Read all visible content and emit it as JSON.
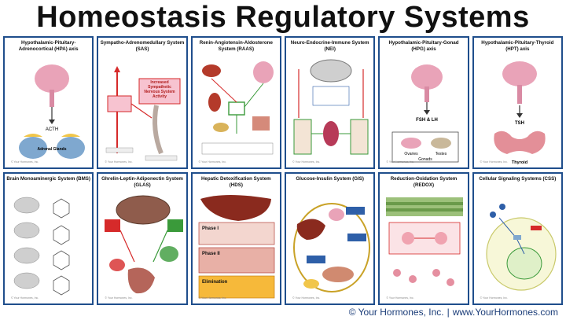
{
  "title": "Homeostasis Regulatory Systems",
  "cards": [
    {
      "title": "Hypothalamic-Pituitary-Adrenocortical (HPA) axis",
      "label_a": "ACTH",
      "label_b": "Adrenal Glands"
    },
    {
      "title": "Sympatho-Adrenomedullary System (SAS)",
      "label_a": "Increased Sympathetic Nervous System Activity"
    },
    {
      "title": "Renin-Angiotensin-Aldosterone System (RAAS)"
    },
    {
      "title": "Neuro-Endocrine-Immune System (NEI)"
    },
    {
      "title": "Hypothalamic-Pituitary-Gonad (HPG) axis",
      "label_a": "FSH & LH",
      "label_b": "Ovaries",
      "label_c": "Testes",
      "label_d": "Gonads"
    },
    {
      "title": "Hypothalamic-Pituitary-Thyroid (HPT) axis",
      "label_a": "TSH",
      "label_b": "Thyroid"
    },
    {
      "title": "Brain Monoaminergic System (BMS)"
    },
    {
      "title": "Ghrelin-Leptin-Adiponectin System (GLAS)"
    },
    {
      "title": "Hepatic Detoxification System (HDS)",
      "label_a": "Phase I",
      "label_b": "Phase II",
      "label_c": "Elimination"
    },
    {
      "title": "Glucose-Insulin System (GIS)"
    },
    {
      "title": "Reduction-Oxidation System (REDOX)"
    },
    {
      "title": "Cellular Signaling Systems (CSS)"
    }
  ],
  "copyright_small": "© Your Hormones, Inc.",
  "footer": {
    "copyright": "© Your Hormones, Inc.",
    "separator": "|",
    "website": "www.YourHormones.com"
  },
  "colors": {
    "border": "#1f4e8c",
    "accent_red": "#d62a2a",
    "accent_pink": "#e8a0b8",
    "accent_green": "#3a9a3a",
    "accent_blue": "#2e5fa8",
    "footer_text": "#1a3c78"
  }
}
